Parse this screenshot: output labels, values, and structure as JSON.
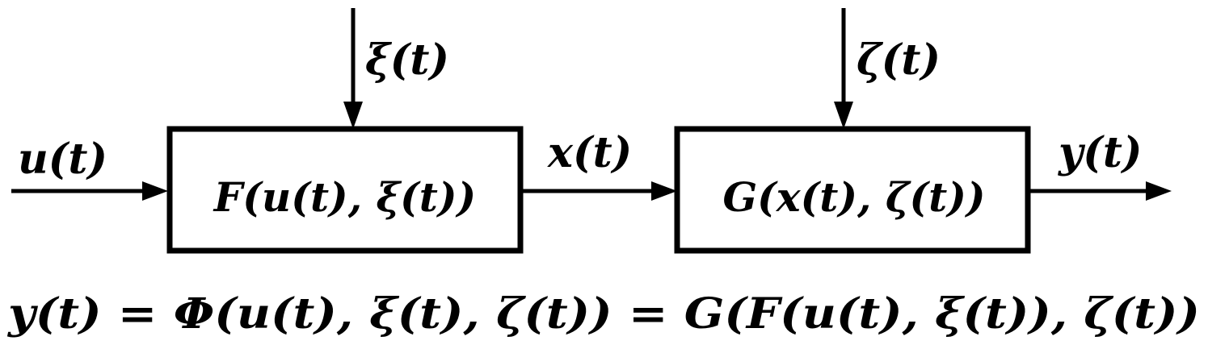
{
  "diagram": {
    "blocks": {
      "f": {
        "label": "F(u(t), ξ(t))"
      },
      "g": {
        "label": "G(x(t), ζ(t))"
      }
    },
    "signals": {
      "input": "u(t)",
      "noise_f": "ξ(t)",
      "intermediate": "x(t)",
      "noise_g": "ζ(t)",
      "output": "y(t)"
    },
    "equation": "y(t) = Φ(u(t), ξ(t), ζ(t)) = G(F(u(t), ξ(t)), ζ(t))"
  }
}
